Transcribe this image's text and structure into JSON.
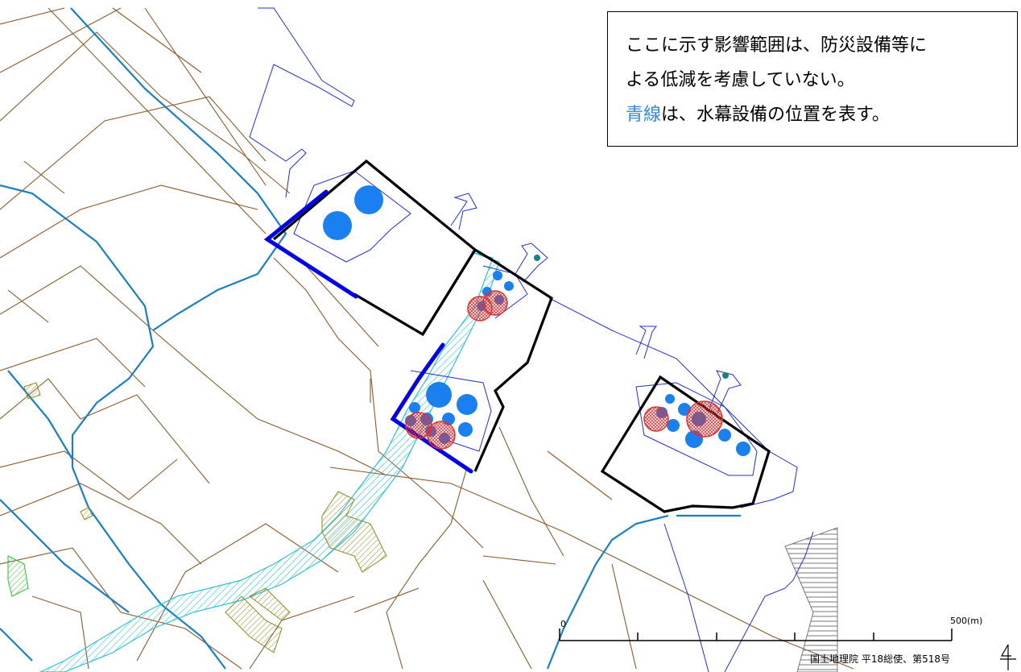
{
  "note": {
    "line1": "ここに示す影響範囲は、防災設備等に",
    "line2": "よる低減を考慮していない。",
    "line3_blue": "青線",
    "line3_rest": "は、水幕設備の位置を表す。"
  },
  "scale": {
    "start_label": "0",
    "end_label": "500(m)",
    "divisions": 5
  },
  "credit": "国土地理院 平18総使、第518号",
  "icons": [
    "north-arrow-icon"
  ],
  "colors": {
    "road": "#8b5a2b",
    "river": "#1a7fc0",
    "water_curtain": "#0000e6",
    "tank": "#1a80f0",
    "impact_zone": "#e03030",
    "site_boundary": "#000000",
    "hatch_strip": "#30c0d8",
    "building": "#8a8a20",
    "shipping_line": "#2030d0"
  }
}
